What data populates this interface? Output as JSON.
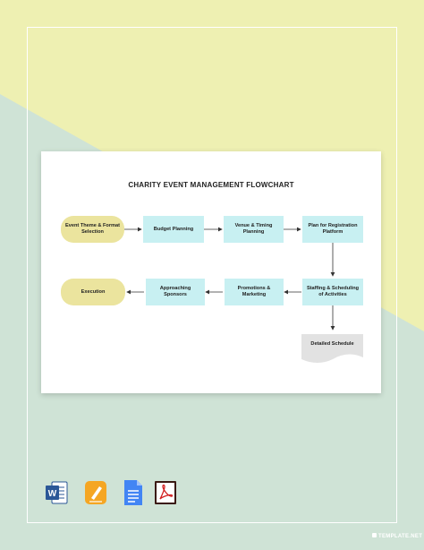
{
  "title": "CHARITY EVENT MANAGEMENT FLOWCHART",
  "nodes": {
    "event_theme": "Event Theme & Format Selection",
    "budget": "Budget Planning",
    "venue": "Venue & Timing Planning",
    "registration": "Plan for Registration Platform",
    "staffing": "Staffing & Scheduling of Activities",
    "promotions": "Promotions & Marketing",
    "sponsors": "Approaching Sponsors",
    "execution": "Execution",
    "schedule": "Detailed Schedule"
  },
  "file_icons": [
    "word-icon",
    "pages-icon",
    "google-docs-icon",
    "pdf-icon"
  ],
  "brand": "TEMPLATE.NET",
  "colors": {
    "pill": "#ebe49e",
    "box": "#c8f0f2",
    "background_green": "#cfe3d6",
    "background_yellow": "#eef0b2"
  }
}
